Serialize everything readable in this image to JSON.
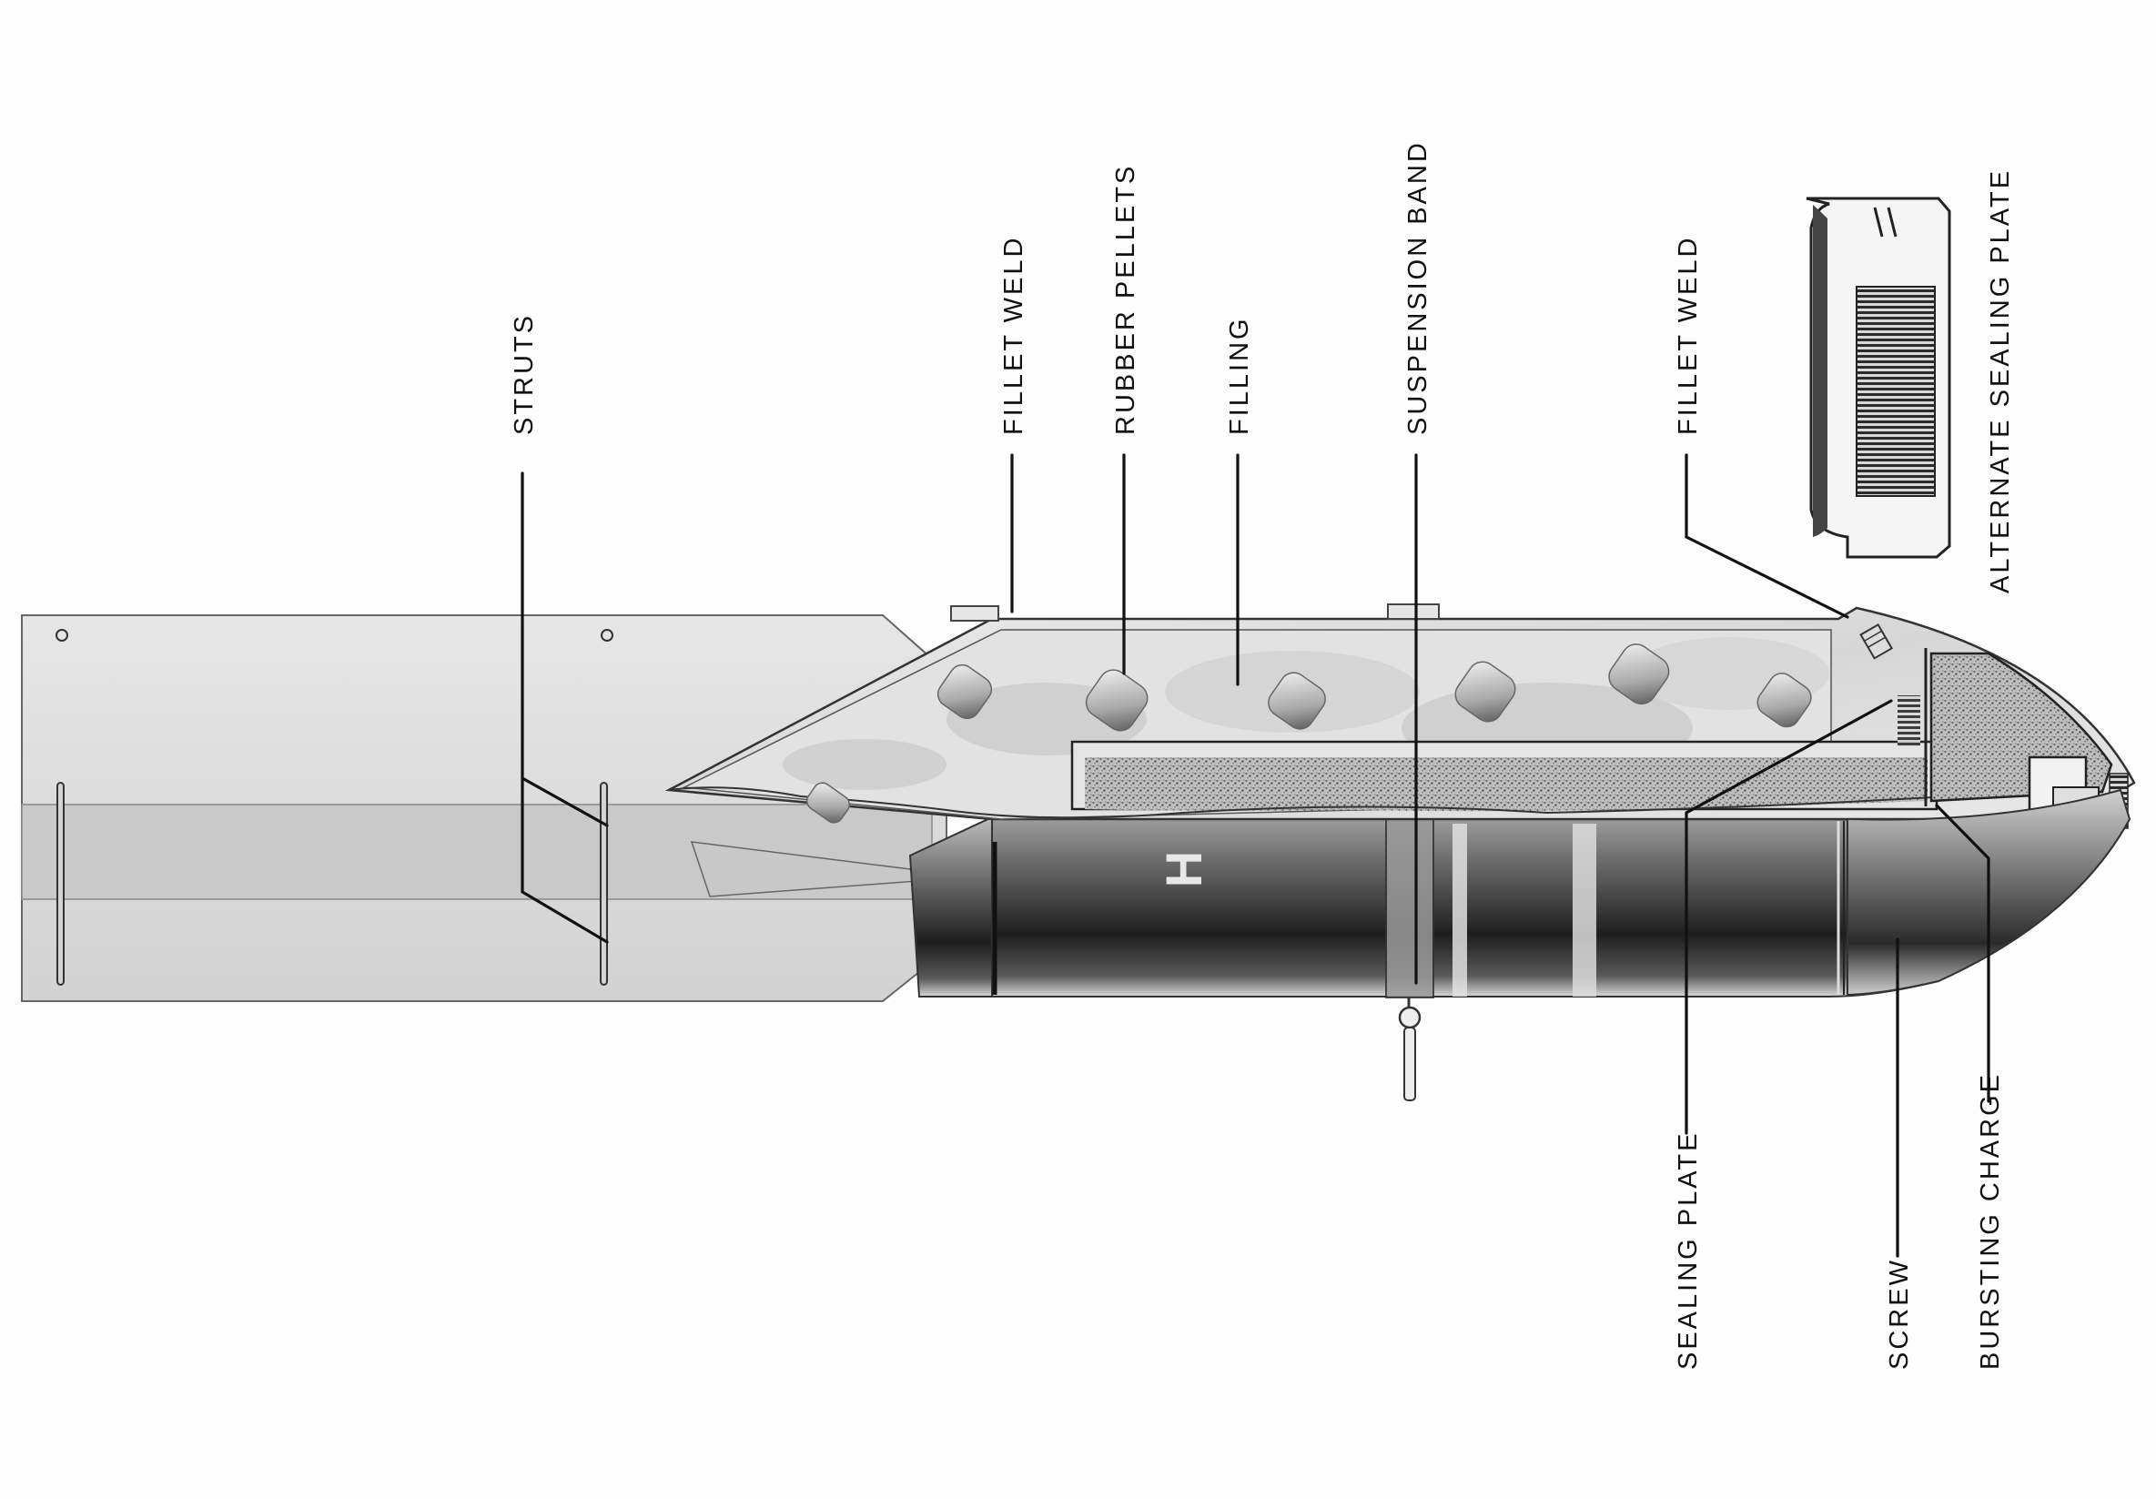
{
  "diagram": {
    "labels": {
      "struts": "STRUTS",
      "fillet_weld_tail": "FILLET WELD",
      "rubber_pellets": "RUBBER PELLETS",
      "filling": "FILLING",
      "suspension_band": "SUSPENSION BAND",
      "fillet_weld_nose": "FILLET WELD",
      "alternate_sealing_plate": "ALTERNATE SEALING PLATE",
      "sealing_plate": "SEALING PLATE",
      "screw": "SCREW",
      "bursting_charge": "BURSTING CHARGE"
    },
    "tail_marking": "H"
  }
}
